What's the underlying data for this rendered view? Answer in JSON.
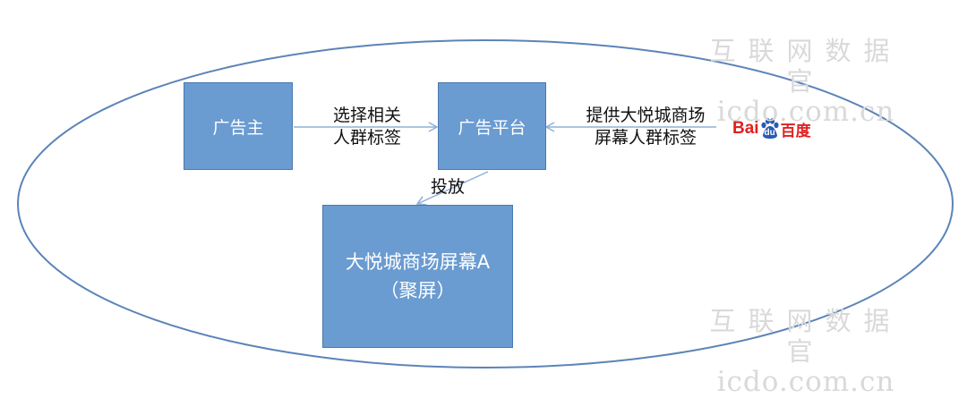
{
  "nodes": {
    "advertiser": "广告主",
    "platform": "广告平台",
    "screen_line1": "大悦城商场屏幕A",
    "screen_line2": "（聚屏）"
  },
  "edges": {
    "select_tags_line1": "选择相关",
    "select_tags_line2": "人群标签",
    "provide_tags_line1": "提供大悦城商场",
    "provide_tags_line2": "屏幕人群标签",
    "deliver": "投放"
  },
  "logo": {
    "text_bai": "Bai",
    "text_du": "du",
    "text_cn": "百度",
    "color_red": "#e02020",
    "color_blue": "#2a5ab5"
  },
  "watermark": {
    "cn": "互联网数据官",
    "en": "icdo.com.cn"
  },
  "colors": {
    "box_fill": "#6a9bd1",
    "ellipse_stroke": "#5b84b8",
    "arrow": "#8fb0d8"
  }
}
